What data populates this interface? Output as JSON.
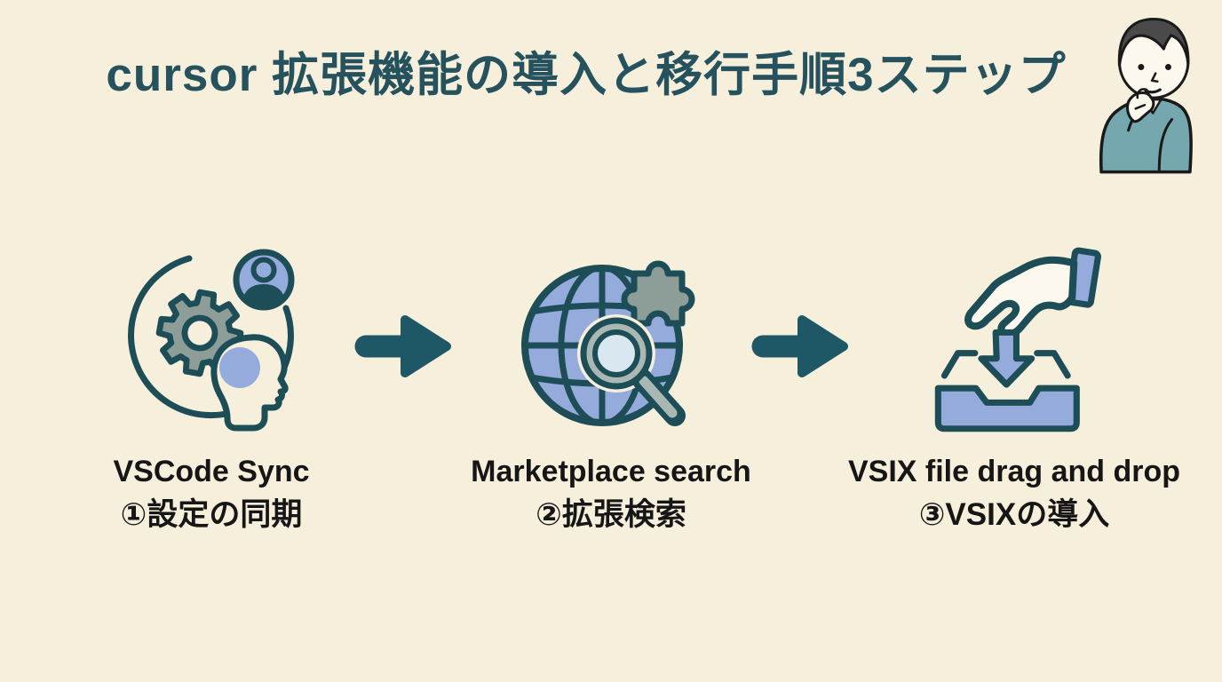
{
  "title": {
    "text": "cursor 拡張機能の導入と移行手順3ステップ"
  },
  "decoration": {
    "illustration": "thinking-person"
  },
  "steps": [
    {
      "icon": "settings-sync-icon",
      "label_en": "VSCode Sync",
      "label_ja": "①設定の同期"
    },
    {
      "icon": "marketplace-search-icon",
      "label_en": "Marketplace search",
      "label_ja": "②拡張検索"
    },
    {
      "icon": "vsix-drop-icon",
      "label_en": "VSIX file drag and drop",
      "label_ja": "③VSIXの導入"
    }
  ],
  "flow": {
    "arrow_count": 2,
    "direction": "left-to-right"
  },
  "colors": {
    "background": "#f6efdc",
    "title": "#26525e",
    "outline": "#1d4e57",
    "arrow": "#1e5765",
    "blue": "#94abdc",
    "blue_light": "#d9e7f1",
    "gray_green": "#8d9e99",
    "gray_ring": "#aab8b3",
    "text": "#161616",
    "sweater": "#74a8ae",
    "hair": "#4a4a4a"
  }
}
